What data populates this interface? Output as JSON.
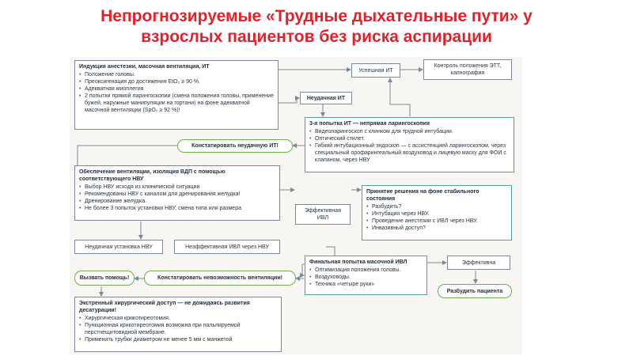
{
  "title": {
    "line1": "Непрогнозируемые «Трудные дыхательные пути» у",
    "line2": "взрослых пациентов без риска аспирации"
  },
  "flow": {
    "induction": {
      "head": "Индукция анестезии, масочная вентиляция, ИТ",
      "items": [
        "Положение головы.",
        "Преоксигенация до достижения EtO₂ ≥ 90 %.",
        "Адекватная миоплегия",
        "2 попытки прямой ларингоскопии (смена положения головы, применение бужей, наружные манипуляции на гортани) на фоне адекватной масочной вентиляции (SpO₂ ≥ 92 %)!"
      ]
    },
    "success_it": "Успешная ИТ",
    "ett_control": "Контроль положения ЭТТ, капнография",
    "failed_it": "Неудачная ИТ",
    "third_attempt": {
      "head": "3-я попытка ИТ — непрямая ларингоскопия",
      "items": [
        "Видеоларингоскоп с клинком для трудной интубации.",
        "Оптический стилет.",
        "Гибкий интубационный эндоскоп — с ассистенцией ларингоскопом, через специальный орофарингеальный воздуховод и лицевую маску для ФОИ с клапаном, через НВУ"
      ]
    },
    "state_failed_it": "Констатировать неудачную ИТ!",
    "sga": {
      "head": "Обеспечение вентиляции, изоляция ВДП с помощью соответствующего НВУ",
      "items": [
        "Выбор НВУ исходя из клинической ситуации",
        "Рекомендованы НВУ с каналом для дренирования желудка!",
        "Дренирование желудка.",
        "Не более 3 попыток установки НВУ, смена типа или размера"
      ]
    },
    "effective_ivl": "Эффективная ИВЛ",
    "decision": {
      "head": "Принятие решения на фоне стабильного состояния",
      "items": [
        "Разбудить?",
        "Интубация через НВУ.",
        "Проведение анестезии с ИВЛ через НВУ.",
        "Инвазивный доступ?"
      ]
    },
    "failed_sga": "Неудачная установка НВУ",
    "ineffective_ivl": "Неэффективная ИВЛ через НВУ",
    "final_mask": {
      "head": "Финальная попытка масочной ИВЛ",
      "items": [
        "Оптимизация положения головы.",
        "Воздуховоды.",
        "Техника «четыре руки»"
      ]
    },
    "effective": "Эффективна",
    "wake_patient": "Разбудить пациента",
    "call_help": "Вызвать помощь!",
    "cannot_ventilate": "Констатировать невозможность вентиляции!",
    "surgical": {
      "head": "Экстренный хирургический доступ — не дожидаясь развития десатурации!",
      "items": [
        "Хирургическая крикотиреотомия.",
        "Пункционная крикотиреотомия возможна при пальпируемой перстнещитовидной мембране.",
        "Применить трубки диаметром не менее 5 мм с манжетой"
      ]
    }
  }
}
